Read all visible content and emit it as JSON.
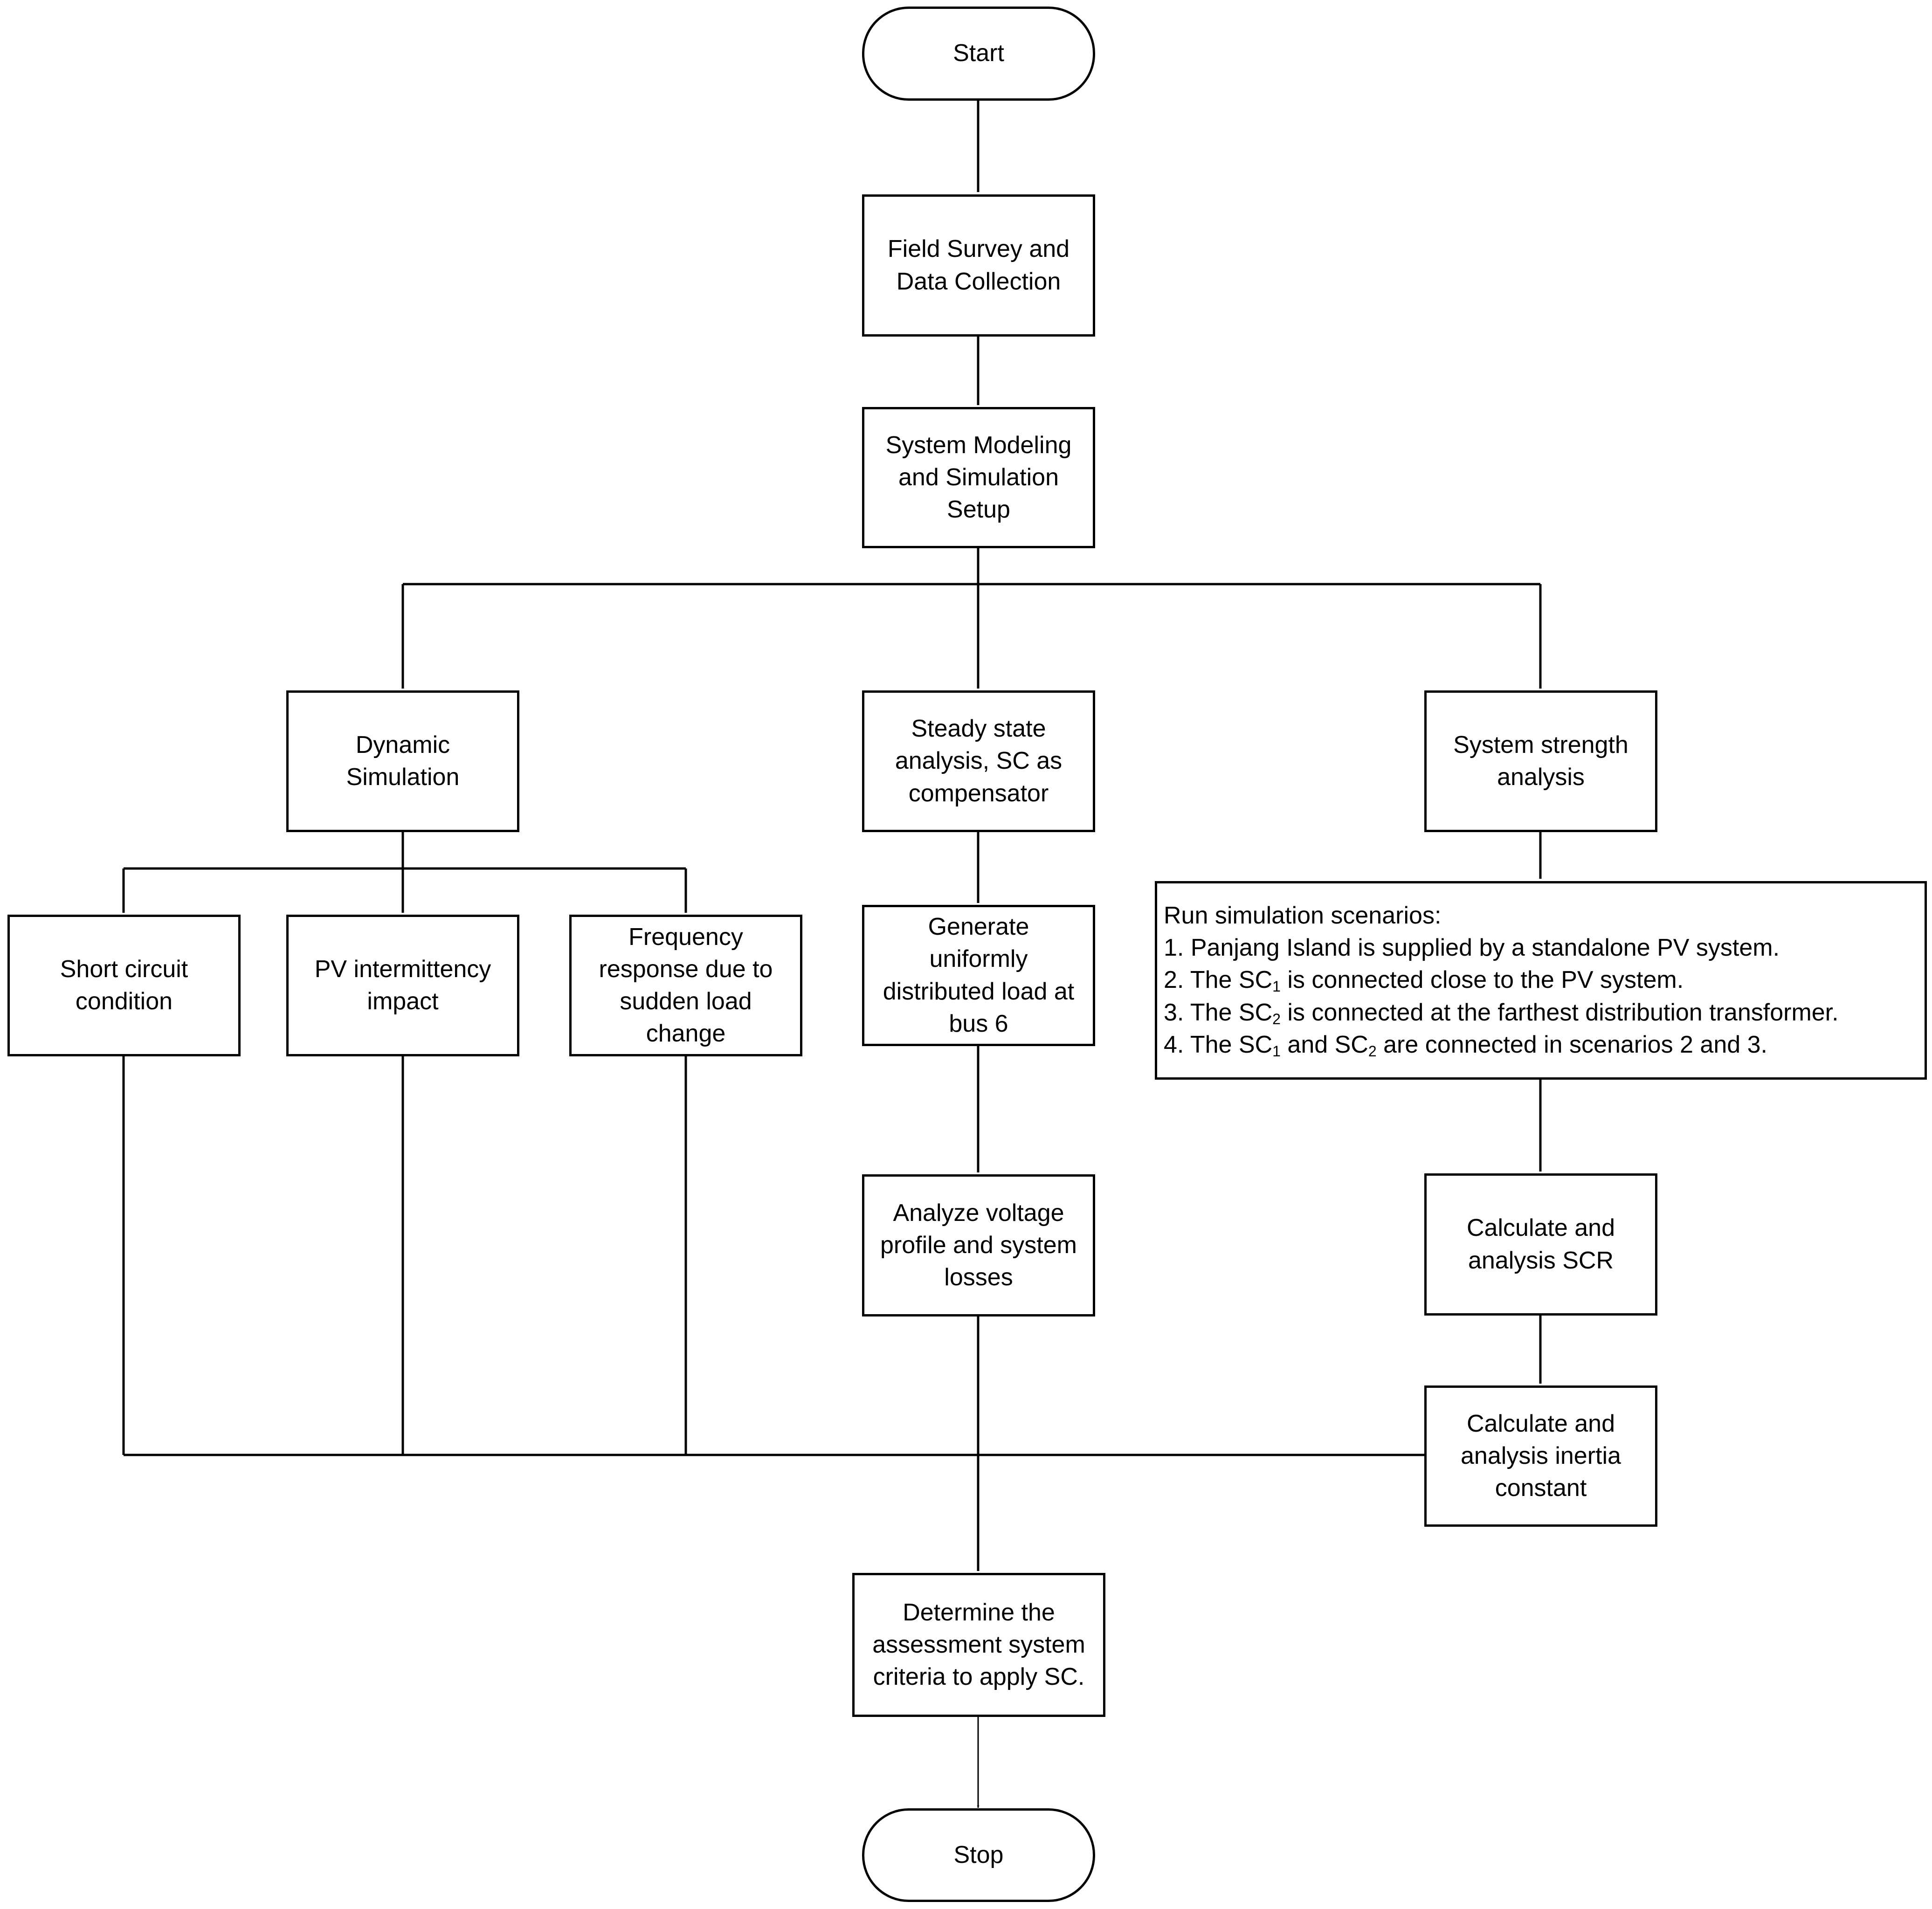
{
  "nodes": {
    "start": {
      "lines": [
        "Start"
      ]
    },
    "field_survey": {
      "lines": [
        "Field Survey and",
        "Data Collection"
      ]
    },
    "system_modeling": {
      "lines": [
        "System Modeling",
        "and Simulation",
        "Setup"
      ]
    },
    "dynamic_simulation": {
      "lines": [
        "Dynamic",
        "Simulation"
      ]
    },
    "steady_state": {
      "lines": [
        "Steady state",
        "analysis, SC as",
        "compensator"
      ]
    },
    "system_strength": {
      "lines": [
        "System strength",
        "analysis"
      ]
    },
    "short_circuit": {
      "lines": [
        "Short circuit",
        "condition"
      ]
    },
    "pv_intermittency": {
      "lines": [
        "PV intermittency",
        "impact"
      ]
    },
    "frequency_response": {
      "lines": [
        "Frequency",
        "response due to",
        "sudden load",
        "change"
      ]
    },
    "generate_load": {
      "lines": [
        "Generate",
        "uniformly",
        "distributed load at",
        "bus 6"
      ]
    },
    "run_scenarios": {
      "title": "Run simulation scenarios:",
      "items": [
        {
          "parts": [
            {
              "t": "1. Panjang Island is supplied by a standalone PV system."
            }
          ]
        },
        {
          "parts": [
            {
              "t": "2. The SC"
            },
            {
              "sub": "1"
            },
            {
              "t": " is connected close to the PV system."
            }
          ]
        },
        {
          "parts": [
            {
              "t": "3. The SC"
            },
            {
              "sub": "2"
            },
            {
              "t": " is connected at the farthest distribution transformer."
            }
          ]
        },
        {
          "parts": [
            {
              "t": "4. The SC"
            },
            {
              "sub": "1"
            },
            {
              "t": " and SC"
            },
            {
              "sub": "2"
            },
            {
              "t": " are connected in scenarios 2 and 3."
            }
          ]
        }
      ]
    },
    "analyze_voltage": {
      "lines": [
        "Analyze voltage",
        "profile and system",
        "losses"
      ]
    },
    "calculate_scr": {
      "lines": [
        "Calculate and",
        "analysis SCR"
      ]
    },
    "calculate_inertia": {
      "lines": [
        "Calculate and",
        "analysis inertia",
        "constant"
      ]
    },
    "determine_criteria": {
      "lines": [
        "Determine the",
        "assessment system",
        "criteria to apply SC."
      ]
    },
    "stop": {
      "lines": [
        "Stop"
      ]
    }
  }
}
